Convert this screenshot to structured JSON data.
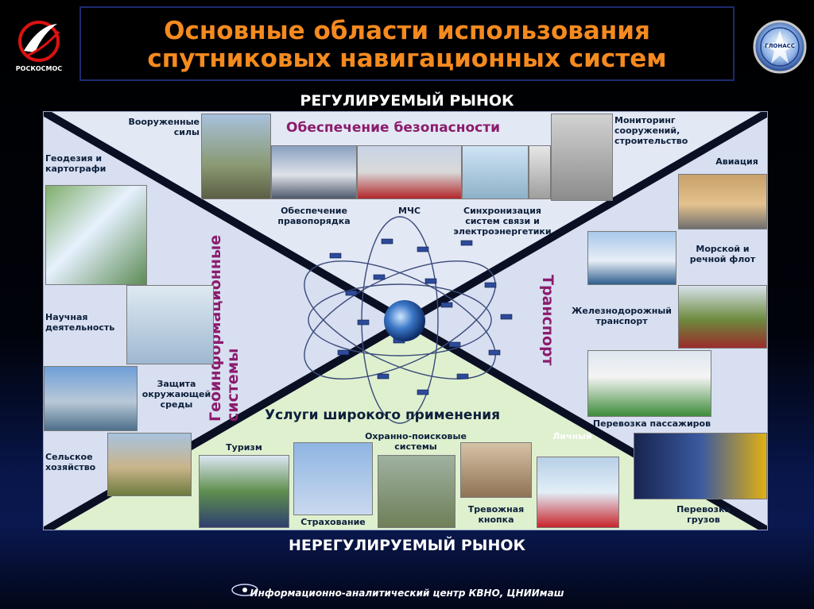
{
  "header": {
    "title_line1": "Основные области использования",
    "title_line2": "спутниковых навигационных систем",
    "logo_left_text": "РОСКОСМОС",
    "logo_right_text": "ГЛОНАСС"
  },
  "markets": {
    "top": "РЕГУЛИРУЕМЫЙ РЫНОК",
    "bottom": "НЕРЕГУЛИРУЕМЫЙ РЫНОК"
  },
  "sections": {
    "security": "Обеспечение безопасности",
    "geoinfo": "Геоинформационные системы",
    "transport": "Транспорт",
    "services": "Услуги широкого применения"
  },
  "labels": {
    "armed_forces": "Вооруженные силы",
    "geodesy": "Геодезия и картографи",
    "law_order": "Обеспечение правопорядка",
    "mchs": "МЧС",
    "sync": "Синхронизация систем связи и электроэнергетики",
    "monitoring": "Мониторинг сооружений, строительство",
    "aviation": "Авиация",
    "sea": "Морской и речной флот",
    "science": "Научная деятельность",
    "rail": "Железнодорожный транспорт",
    "environment": "Защита окружающей среды",
    "passengers": "Перевозка пассажиров",
    "agriculture": "Сельское хозяйство",
    "tourism": "Туризм",
    "security_search": "Охранно-поисковые системы",
    "personal": "Личный",
    "insurance": "Страхование",
    "alarm": "Тревожная кнопка",
    "cargo": "Перевозка грузов"
  },
  "footer": {
    "note": "Информационно-аналитический центр КВНО, ЦНИИмаш"
  },
  "colors": {
    "title": "#f58a1f",
    "section_text": "#8b1c6c",
    "services_text": "#0c1f3a",
    "panel_bg": "#d6def0",
    "services_bg": "#dff0cf"
  }
}
